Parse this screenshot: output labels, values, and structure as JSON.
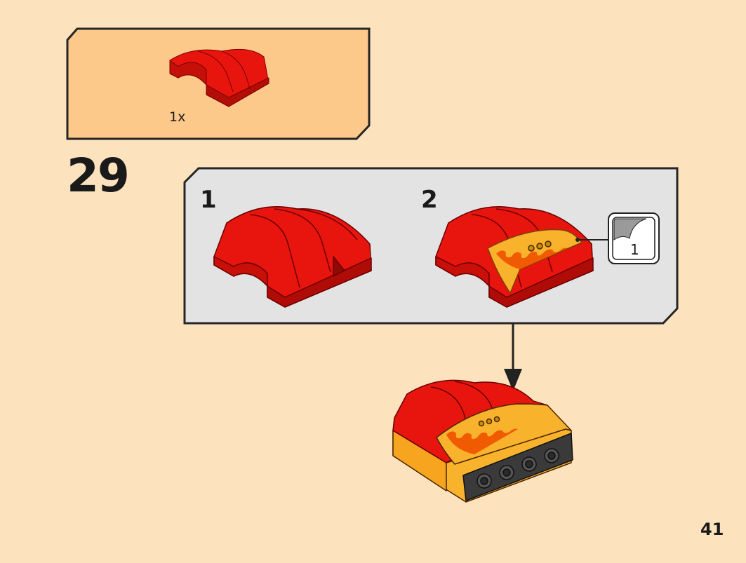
{
  "parts_callout": {
    "count_label": "1x"
  },
  "step": {
    "number": "29"
  },
  "substeps": [
    {
      "label": "1"
    },
    {
      "label": "2"
    }
  ],
  "sticker": {
    "count": "1"
  },
  "page": {
    "number": "41"
  },
  "colors": {
    "page_background": "#fde3bd",
    "callout_fill": "#fcc98a",
    "panel_fill": "#e3e3e3",
    "brick_red": "#e8150f",
    "brick_yellow": "#f9b22c",
    "plate_dark": "#3a3a3a"
  }
}
